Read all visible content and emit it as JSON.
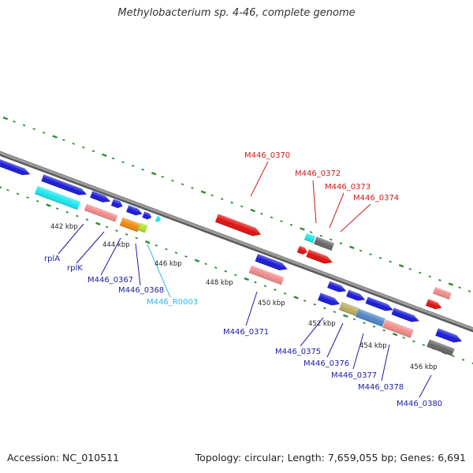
{
  "title": "Methylobacterium sp. 4-46, complete genome",
  "footer": {
    "accession": "Accession: NC_010511",
    "topology": "Topology: circular; Length: 7,659,055 bp; Genes: 6,691"
  },
  "colors": {
    "backbone": "#8a8a8a",
    "tick": "#2e8b2e",
    "blue_gene": "#1a1ad8",
    "red_gene": "#e01010",
    "pink_gene": "#f08a8a",
    "cyan_gene": "#19e6ee",
    "gray_gene": "#666666",
    "orange_gene": "#ef8a10",
    "yellowgreen_gene": "#a8e030",
    "khaki_gene": "#b8ac62",
    "steelblue_gene": "#4f86c6",
    "blue_label": "#1c1ca6",
    "red_label": "#cc1a1a",
    "cyan_label": "#33b8e6"
  },
  "kbp_labels": [
    "442 kbp",
    "444 kbp",
    "446 kbp",
    "448 kbp",
    "450 kbp",
    "452 kbp",
    "454 kbp",
    "456 kbp"
  ],
  "gene_labels": {
    "rplA": "rplA",
    "rplK": "rplK",
    "M446_0367": "M446_0367",
    "M446_0368": "M446_0368",
    "M446_R0003": "M446_R0003",
    "M446_0370": "M446_0370",
    "M446_0371": "M446_0371",
    "M446_0372": "M446_0372",
    "M446_0373": "M446_0373",
    "M446_0374": "M446_0374",
    "M446_0375": "M446_0375",
    "M446_0376": "M446_0376",
    "M446_0377": "M446_0377",
    "M446_0378": "M446_0378",
    "M446_0380": "M446_0380"
  }
}
